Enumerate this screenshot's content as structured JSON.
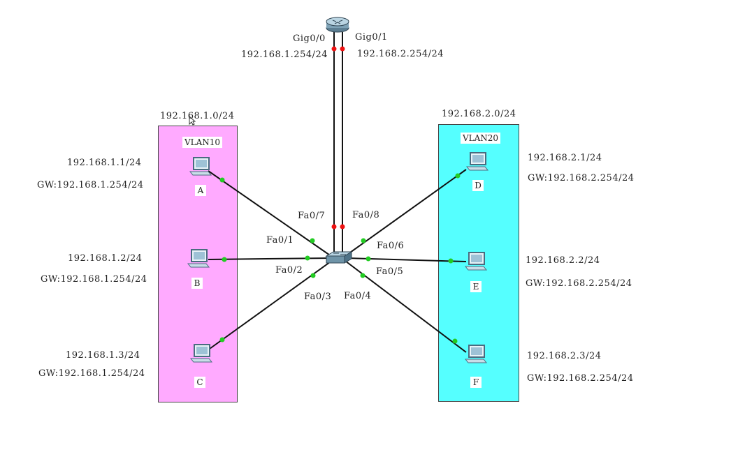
{
  "router": {
    "icon": "router-icon",
    "ports": [
      {
        "name": "Gig0/0",
        "ip": "192.168.1.254/24"
      },
      {
        "name": "Gig0/1",
        "ip": "192.168.2.254/24"
      }
    ]
  },
  "switch": {
    "icon": "switch-icon",
    "ports": {
      "fa01": "Fa0/1",
      "fa02": "Fa0/2",
      "fa03": "Fa0/3",
      "fa04": "Fa0/4",
      "fa05": "Fa0/5",
      "fa06": "Fa0/6",
      "fa07": "Fa0/7",
      "fa08": "Fa0/8"
    }
  },
  "vlan10": {
    "network": "192.168.1.0/24",
    "name": "VLAN10",
    "color": "#ffaaff",
    "hosts": [
      {
        "label": "A",
        "ip": "192.168.1.1/24",
        "gw": "GW:192.168.1.254/24"
      },
      {
        "label": "B",
        "ip": "192.168.1.2/24",
        "gw": "GW:192.168.1.254/24"
      },
      {
        "label": "C",
        "ip": "192.168.1.3/24",
        "gw": "GW:192.168.1.254/24"
      }
    ]
  },
  "vlan20": {
    "network": "192.168.2.0/24",
    "name": "VLAN20",
    "color": "#55ffff",
    "hosts": [
      {
        "label": "D",
        "ip": "192.168.2.1/24",
        "gw": "GW:192.168.2.254/24"
      },
      {
        "label": "E",
        "ip": "192.168.2.2/24",
        "gw": "GW:192.168.2.254/24"
      },
      {
        "label": "F",
        "ip": "192.168.2.3/24",
        "gw": "GW:192.168.2.254/24"
      }
    ]
  },
  "link_colors": {
    "up": "#22cc22",
    "down": "#ee1111",
    "cable": "#111111"
  }
}
